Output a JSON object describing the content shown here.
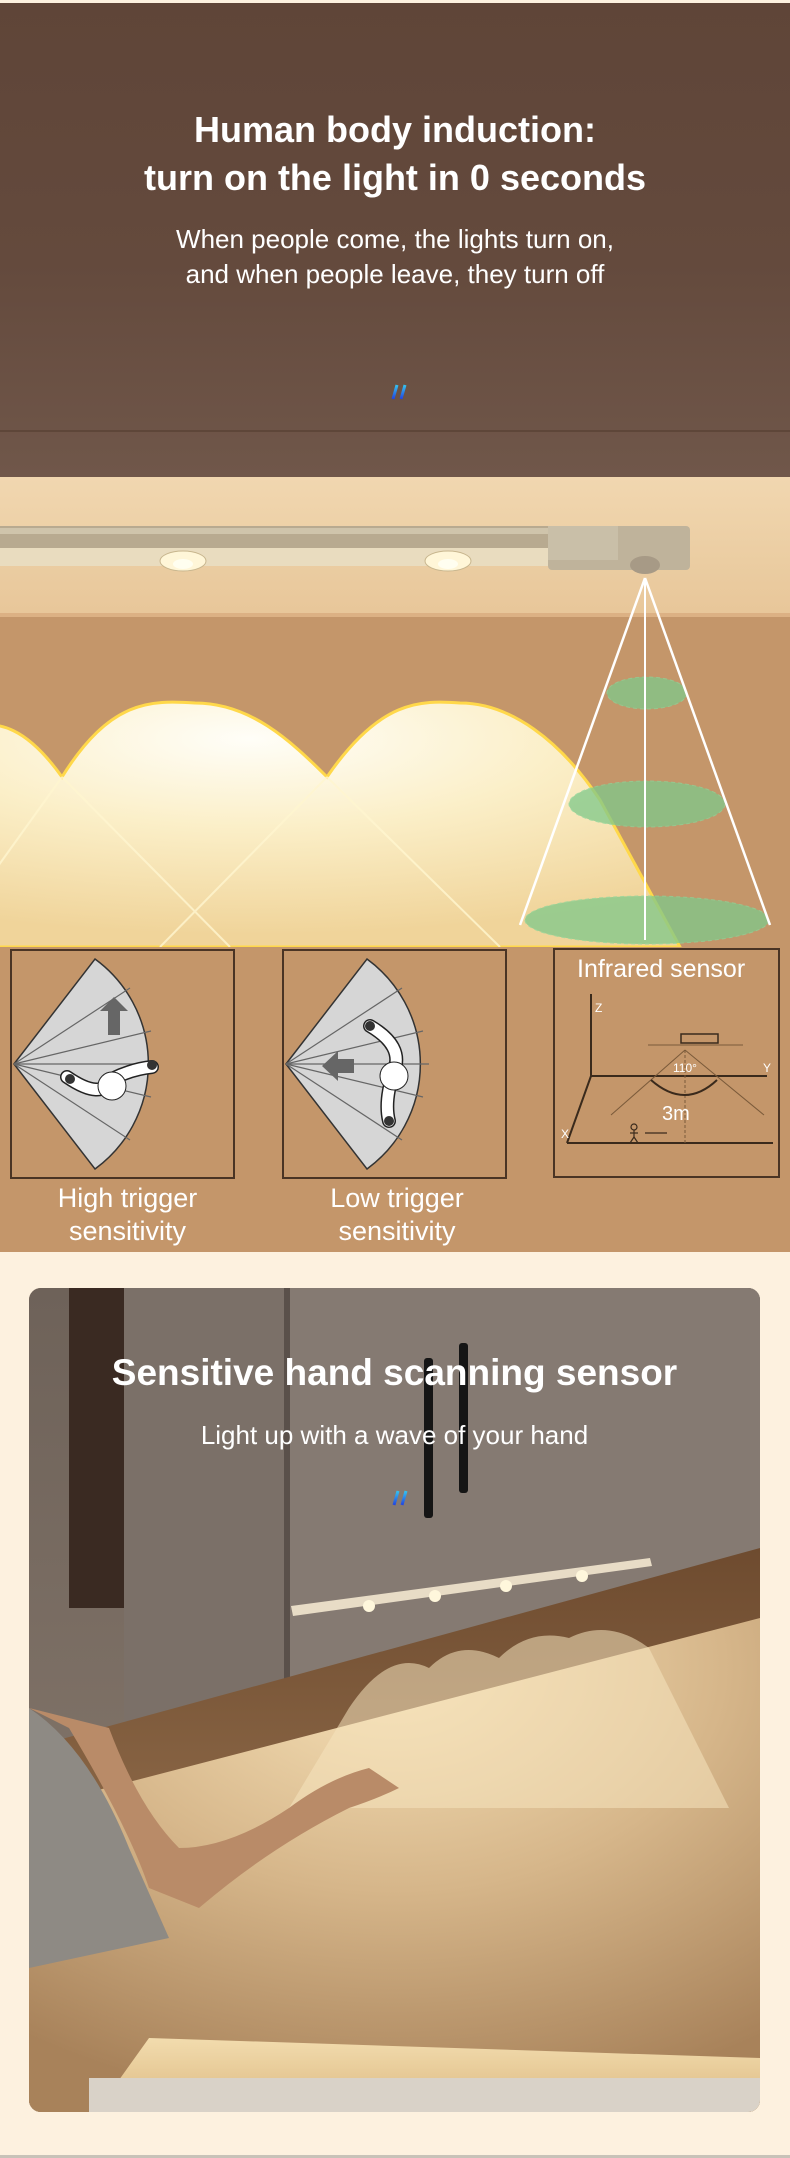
{
  "hero": {
    "title_line1": "Human body induction:",
    "title_line2": "turn on the light in 0 seconds",
    "subtitle_line1": "When people come, the lights turn on,",
    "subtitle_line2": "and when people leave, they turn off",
    "divider_icon": "double-slash-divider-icon"
  },
  "sensor_illustration": {
    "light_bar_leds": 2,
    "detection_cone_layers": 3
  },
  "diagrams": [
    {
      "label_line1": "High trigger",
      "label_line2": "sensitivity",
      "arrow_direction": "up"
    },
    {
      "label_line1": "Low trigger",
      "label_line2": "sensitivity",
      "arrow_direction": "left"
    },
    {
      "title": "Infrared sensor",
      "axis_z": "Z",
      "axis_y": "Y",
      "axis_x": "X",
      "angle": "110°",
      "distance": "3m"
    }
  ],
  "card": {
    "title": "Sensitive hand scanning sensor",
    "subtitle": "Light up with a wave of your hand",
    "divider_icon": "double-slash-divider-icon"
  },
  "colors": {
    "hero_bg": "#5f4538",
    "ceiling": "#ebcda2",
    "wall": "#c4966a",
    "page_bg": "#fdf1df",
    "cone_fill": "#7fc98a",
    "divider_gradient_start": "#35c5f0",
    "divider_gradient_end": "#2244e0"
  }
}
